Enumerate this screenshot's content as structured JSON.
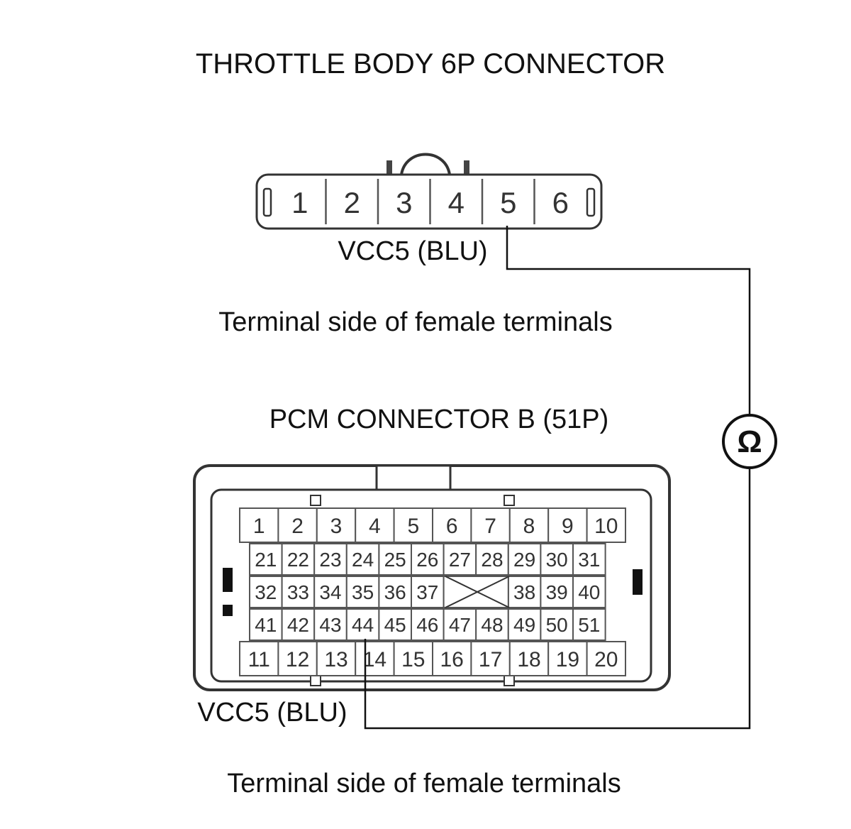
{
  "tb_connector": {
    "title": "THROTTLE BODY 6P CONNECTOR",
    "pins": [
      "1",
      "2",
      "3",
      "4",
      "5",
      "6"
    ],
    "wire_label": "VCC5 (BLU)",
    "caption": "Terminal side of female terminals",
    "probe_pin": "5"
  },
  "pcm_connector": {
    "title": "PCM CONNECTOR B (51P)",
    "rows": [
      [
        "1",
        "2",
        "3",
        "4",
        "5",
        "6",
        "7",
        "8",
        "9",
        "10"
      ],
      [
        "21",
        "22",
        "23",
        "24",
        "25",
        "26",
        "27",
        "28",
        "29",
        "30",
        "31"
      ],
      [
        "32",
        "33",
        "34",
        "35",
        "36",
        "37",
        "38",
        "39",
        "40"
      ],
      [
        "41",
        "42",
        "43",
        "44",
        "45",
        "46",
        "47",
        "48",
        "49",
        "50",
        "51"
      ],
      [
        "11",
        "12",
        "13",
        "14",
        "15",
        "16",
        "17",
        "18",
        "19",
        "20"
      ]
    ],
    "wire_label": "VCC5 (BLU)",
    "caption": "Terminal side of female terminals",
    "probe_pin": "14"
  },
  "meter": {
    "symbol": "Ω"
  }
}
